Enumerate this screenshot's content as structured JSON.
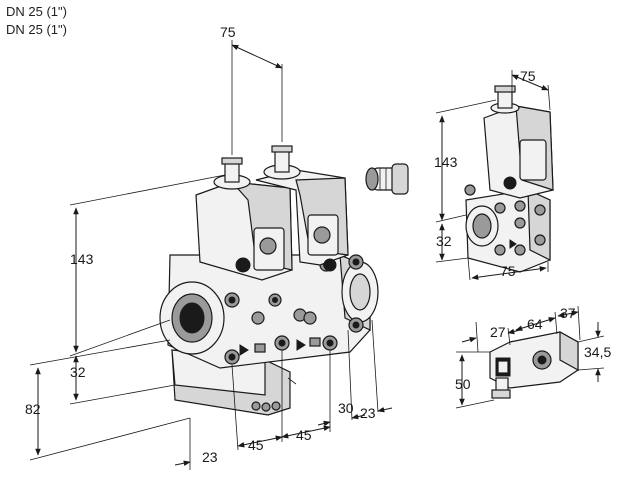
{
  "header": {
    "line1": "DN 25 (1\")",
    "line2": "DN 25 (1\")"
  },
  "dimensions": {
    "main_top_width": "75",
    "main_height": "143",
    "main_offset": "32",
    "main_base_height": "82",
    "main_base_depth": "23",
    "main_spacing_1": "45",
    "main_spacing_2": "45",
    "main_side_offset": "30",
    "main_side_depth": "23",
    "single_top_width": "75",
    "single_height": "143",
    "single_offset": "32",
    "single_bottom_width": "75",
    "plug_width_27": "27",
    "plug_width_64": "64",
    "plug_width_37": "37",
    "plug_height_50": "50",
    "plug_height_34_5": "34,5"
  }
}
